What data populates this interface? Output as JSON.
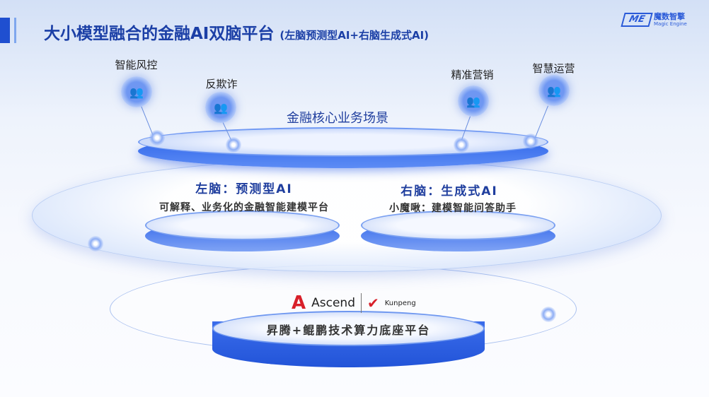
{
  "header": {
    "title": "大小模型融合的金融AI双脑平台",
    "subtitle": "(左脑预测型AI+右脑生成式AI)",
    "logo_mark": "ME",
    "logo_cn": "魔数智擎",
    "logo_en": "Magic Engine"
  },
  "scenarios": {
    "title": "金融核心业务场景",
    "items": [
      {
        "label": "智能风控",
        "icon": "users-icon"
      },
      {
        "label": "反欺诈",
        "icon": "users-icon"
      },
      {
        "label": "精准营销",
        "icon": "users-icon"
      },
      {
        "label": "智慧运营",
        "icon": "users-icon"
      }
    ]
  },
  "left_brain": {
    "title": "左脑：预测型AI",
    "desc": "可解释、业务化的金融智能建模平台"
  },
  "right_brain": {
    "title": "右脑：生成式AI",
    "desc": "小魔啾：建模智能问答助手"
  },
  "base": {
    "ascend": "Ascend",
    "kunpeng": "Kunpeng",
    "title": "昇腾+鲲鹏技术算力底座平台"
  }
}
